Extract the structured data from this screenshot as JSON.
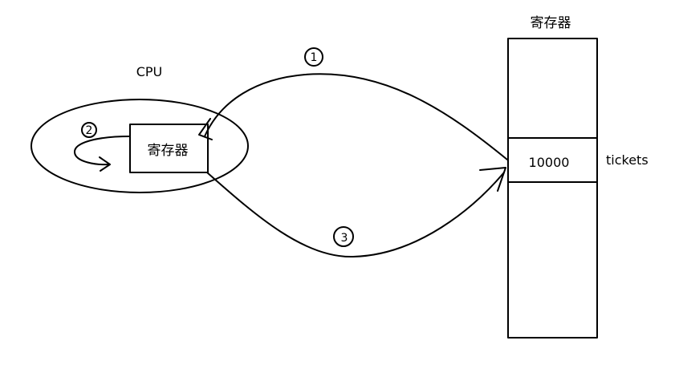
{
  "cpu": {
    "label": "CPU",
    "register_label": "寄存器"
  },
  "memory": {
    "title": "寄存器",
    "cell_value": "10000",
    "cell_label": "tickets"
  },
  "steps": {
    "one": "1",
    "two": "2",
    "three": "3"
  }
}
